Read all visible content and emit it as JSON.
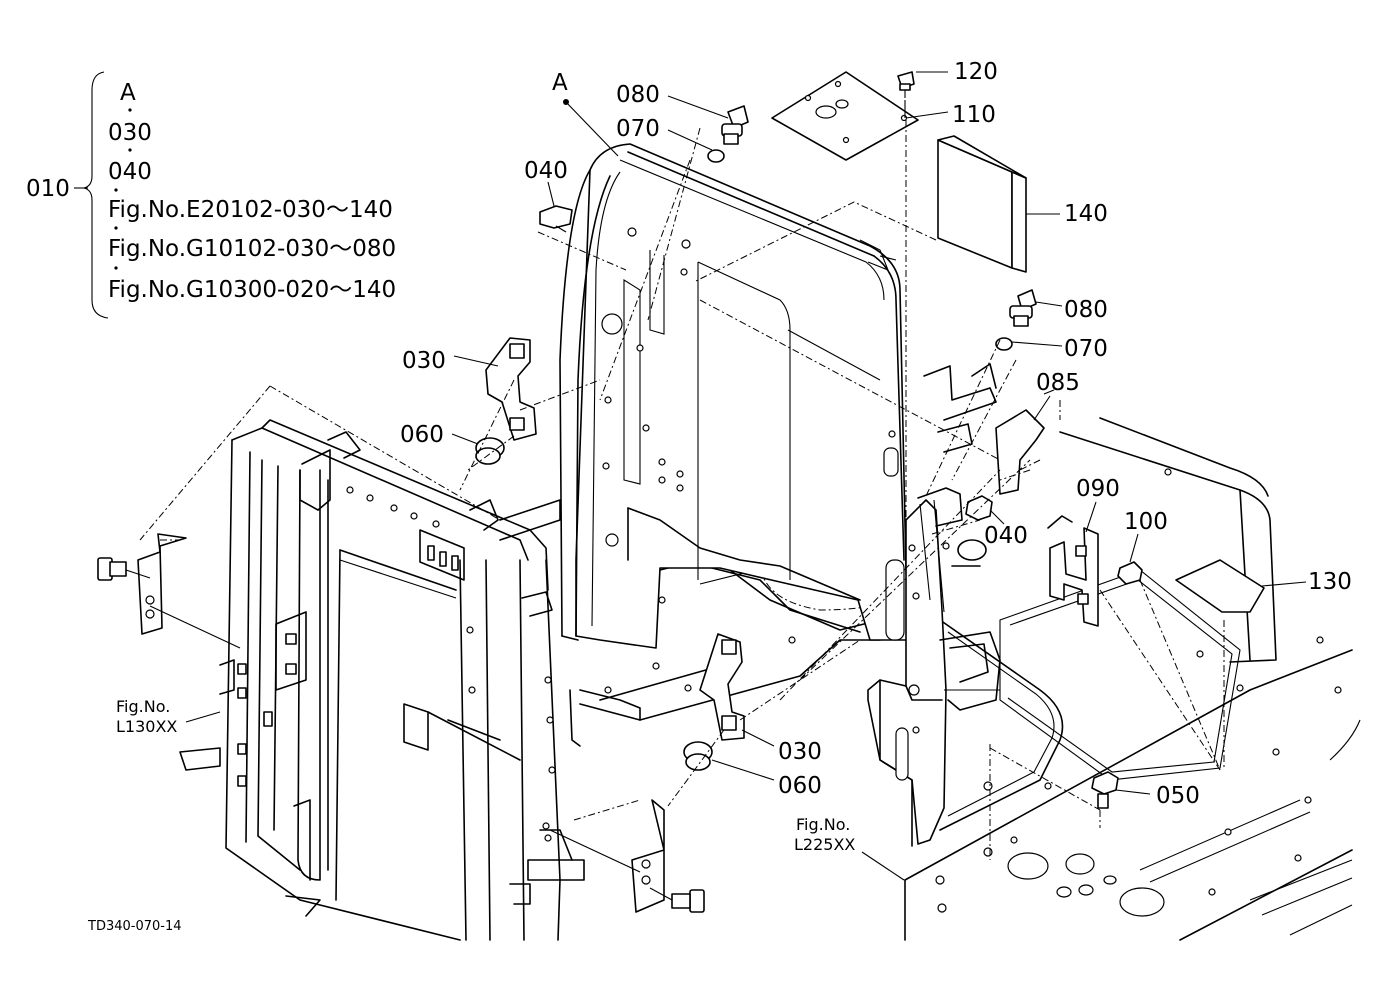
{
  "drawing_code": "TD340-070-14",
  "legend": {
    "assembly_code": "010",
    "items": [
      "A",
      "030",
      "040",
      "Fig.No.E20102-030～140",
      "Fig.No.G10102-030～080",
      "Fig.No.G10300-020～140"
    ]
  },
  "callouts": {
    "a_point": "A",
    "p080_top": "080",
    "p070_top": "070",
    "p040_left": "040",
    "p030_upper": "030",
    "p060_upper": "060",
    "p120": "120",
    "p110": "110",
    "p140": "140",
    "p080_right": "080",
    "p070_right": "070",
    "p085": "085",
    "p040_mid": "040",
    "p090": "090",
    "p100": "100",
    "p130": "130",
    "p030_lower": "030",
    "p060_lower": "060",
    "p050": "050"
  },
  "references": {
    "left_line1": "Fig.No.",
    "left_line2": "L130XX",
    "right_line1": "Fig.No.",
    "right_line2": "L225XX"
  }
}
